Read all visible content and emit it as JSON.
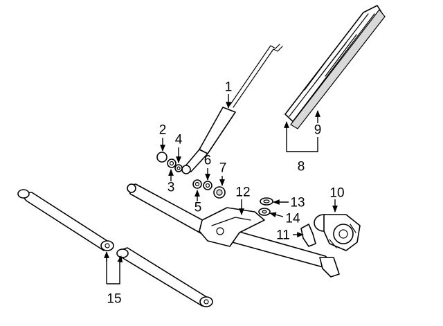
{
  "callouts": {
    "c1": "1",
    "c2": "2",
    "c3": "3",
    "c4": "4",
    "c5": "5",
    "c6": "6",
    "c7": "7",
    "c8": "8",
    "c9": "9",
    "c10": "10",
    "c11": "11",
    "c12": "12",
    "c13": "13",
    "c14": "14",
    "c15": "15"
  },
  "colors": {
    "line": "#000000",
    "background": "#ffffff",
    "shade": "#d9d9d9"
  }
}
